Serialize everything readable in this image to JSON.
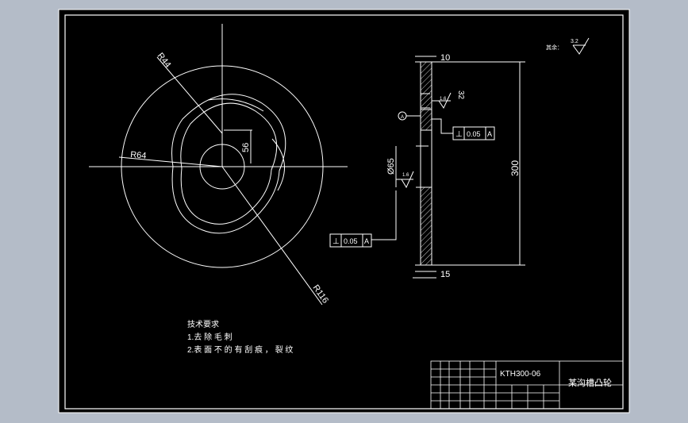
{
  "colors": {
    "background": "#b4bcc8",
    "sheet": "#000000",
    "line": "#ffffff",
    "leader": "#e8e8e8"
  },
  "drawing": {
    "roughness_label": "其余：",
    "roughness_value": "3.2",
    "circle_dims": {
      "r44": "R44",
      "r64": "R64",
      "r116": "R116",
      "d56": "56"
    },
    "side_dims": {
      "top_width": "10",
      "bottom_width": "15",
      "height": "300",
      "bore": "Ø65",
      "rough_groove": "1.6",
      "rough_groove_depth": "32",
      "rough_bore": "1.6",
      "datum_marker": "A"
    },
    "tolerance_1": {
      "symbol": "⊥",
      "value": "0.05",
      "datum": "A"
    },
    "tolerance_2": {
      "symbol": "⊥",
      "value": "0.05",
      "datum": "A"
    }
  },
  "notes": {
    "heading": "技术要求",
    "line1": "1.去 除 毛 刺",
    "line2": "2.表 面 不 的 有 刮 痕 ， 裂 纹"
  },
  "title_block": {
    "drawing_number": "KTH300-06",
    "part_name": "某沟槽凸轮"
  }
}
